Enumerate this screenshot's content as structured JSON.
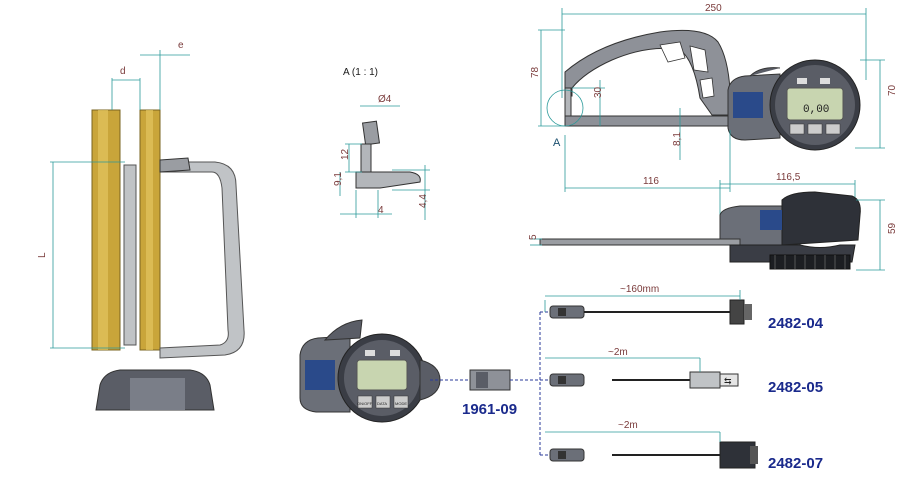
{
  "views": {
    "section_detail": {
      "title": "A (1 : 1)",
      "dim_diameter": "Ø4",
      "dim_12": "12",
      "dim_9_1": "9,1",
      "dim_4": "4",
      "dim_4_4": "4,4"
    },
    "side_left": {
      "dim_d": "d",
      "dim_e": "e",
      "dim_L": "L"
    },
    "front_view": {
      "dim_250": "250",
      "dim_78": "78",
      "dim_30": "30",
      "dim_70": "70",
      "dim_8_1": "8,1",
      "dim_116": "116",
      "label_A": "A"
    },
    "top_view": {
      "dim_116_5": "116,5",
      "dim_5": "5",
      "dim_59": "59"
    },
    "display": {
      "lcd_reading": "0,00",
      "btn_1": "ON/OFF",
      "btn_2": "DATA",
      "btn_3": "MODE"
    },
    "cables": {
      "adapter_code": "1961-09",
      "cable1_length": "~160mm",
      "cable1_code": "2482-04",
      "cable2_length": "~2m",
      "cable2_code": "2482-05",
      "cable3_length": "~2m",
      "cable3_code": "2482-07"
    }
  }
}
